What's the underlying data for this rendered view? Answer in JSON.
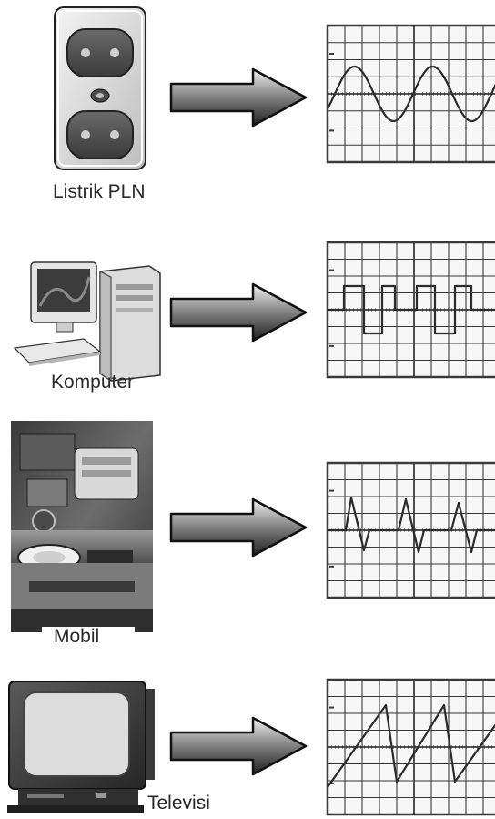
{
  "rows": [
    {
      "label": "Listrik PLN",
      "device_icon": "power-outlet-icon",
      "waveform": "sine"
    },
    {
      "label": "Komputer",
      "device_icon": "desktop-computer-icon",
      "waveform": "square"
    },
    {
      "label": "Mobil",
      "device_icon": "car-engine-photo",
      "waveform": "spike"
    },
    {
      "label": "Televisi",
      "device_icon": "television-icon",
      "waveform": "sawtooth"
    }
  ],
  "colors": {
    "trace": "#2b2b2b",
    "grid": "#3a3a3a",
    "arrow_light": "#e6e6e6",
    "arrow_dark": "#1e1e1e"
  }
}
